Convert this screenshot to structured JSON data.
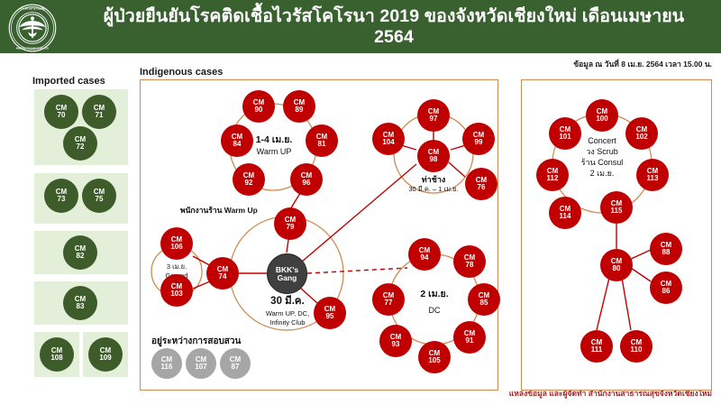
{
  "header": {
    "title": "ผู้ป่วยยืนยันโรคติดเชื้อไวรัสโคโรนา 2019 ของจังหวัดเชียงใหม่ เดือนเมษายน 2564",
    "logo_icon": "ministry-of-public-health-emblem-icon",
    "logo_text_outer": "กระทรวงสาธารณสุข",
    "logo_text_inner": "MINISTRY OF PUBLIC HEALTH",
    "brand_green": "#396130"
  },
  "datestamp": "ข้อมูล ณ วันที่ 8 เม.ย. 2564 เวลา 15.00 น.",
  "footer": "แหล่งข้อมูล และผู้จัดทำ สำนักงานสาธารณสุขจังหวัดเชียงใหม่",
  "colors": {
    "case_red": "#c00000",
    "imported_green": "#3d5c2a",
    "imported_box": "#e4efda",
    "under_investigation_gray": "#a6a6a6",
    "hub_dark": "#404040",
    "panel_border": "#d08a52",
    "link_orange": "#d08a52",
    "link_red": "#c00000"
  },
  "imported": {
    "label": "Imported cases",
    "groups": [
      {
        "cases": [
          "CM 70",
          "CM 71",
          "CM 72"
        ]
      },
      {
        "cases": [
          "CM 73",
          "CM 75"
        ]
      },
      {
        "cases": [
          "CM 82"
        ]
      },
      {
        "cases": [
          "CM 83"
        ]
      },
      {
        "cases": [
          "CM 108"
        ]
      },
      {
        "cases": [
          "CM 109"
        ]
      }
    ]
  },
  "indigenous": {
    "label": "Indigenous cases",
    "clusters": [
      {
        "name": "warm-up-cluster",
        "caption_lines": [
          "1-4 เม.ย.",
          "Warm UP"
        ],
        "cases": [
          "CM 90",
          "CM 89",
          "CM 81",
          "CM 96",
          "CM 92",
          "CM 84"
        ]
      },
      {
        "name": "tha-chang-cluster",
        "caption_lines": [
          "ท่าช้าง",
          "30 มี.ค. – 1 เม.ย."
        ],
        "cases": [
          "CM 97",
          "CM 104",
          "CM 98",
          "CM 99",
          "CM 76"
        ]
      },
      {
        "name": "dc-cluster",
        "caption_lines": [
          "2 เม.ย.",
          "DC"
        ],
        "cases": [
          "CM 94",
          "CM 78",
          "CM 85",
          "CM 91",
          "CM 105",
          "CM 93",
          "CM 77"
        ]
      },
      {
        "name": "ground-cluster",
        "caption_lines": [
          "3 เม.ย.",
          "Ground"
        ],
        "cases": [
          "CM 106",
          "CM 103"
        ]
      }
    ],
    "hub": {
      "name": "bkks-gang-hub",
      "label_line1": "BKK's",
      "label_line2": "Gang",
      "caption_lines": [
        "30 มี.ค.",
        "Warm UP, DC,",
        "Infinity Club"
      ]
    },
    "staff_label": "พนักงานร้าน Warm Up",
    "bridge_cases": [
      "CM 79",
      "CM 74",
      "CM 95"
    ],
    "under_investigation": {
      "label": "อยู่ระหว่างการสอบสวน",
      "cases": [
        "CM 116",
        "CM 107",
        "CM 87"
      ]
    }
  },
  "concert_panel": {
    "caption_lines": [
      "Concert",
      "วง Scrub",
      "ร้าน Consul",
      "2 เม.ย."
    ],
    "ring_cases": [
      "CM 100",
      "CM 101",
      "CM 102",
      "CM 112",
      "CM 113",
      "CM 114",
      "CM 115"
    ],
    "hub_case": "CM 80",
    "branch_cases": [
      "CM 88",
      "CM 86",
      "CM 111",
      "CM 110"
    ]
  },
  "nodes": {
    "cm70": {
      "id": "CM",
      "num": "70"
    },
    "cm71": {
      "id": "CM",
      "num": "71"
    },
    "cm72": {
      "id": "CM",
      "num": "72"
    },
    "cm73": {
      "id": "CM",
      "num": "73"
    },
    "cm75": {
      "id": "CM",
      "num": "75"
    },
    "cm82": {
      "id": "CM",
      "num": "82"
    },
    "cm83": {
      "id": "CM",
      "num": "83"
    },
    "cm108": {
      "id": "CM",
      "num": "108"
    },
    "cm109": {
      "id": "CM",
      "num": "109"
    },
    "cm90": {
      "id": "CM",
      "num": "90"
    },
    "cm89": {
      "id": "CM",
      "num": "89"
    },
    "cm84": {
      "id": "CM",
      "num": "84"
    },
    "cm81": {
      "id": "CM",
      "num": "81"
    },
    "cm92": {
      "id": "CM",
      "num": "92"
    },
    "cm96": {
      "id": "CM",
      "num": "96"
    },
    "cm79": {
      "id": "CM",
      "num": "79"
    },
    "cm106": {
      "id": "CM",
      "num": "106"
    },
    "cm103": {
      "id": "CM",
      "num": "103"
    },
    "cm74": {
      "id": "CM",
      "num": "74"
    },
    "cm95": {
      "id": "CM",
      "num": "95"
    },
    "cm116": {
      "id": "CM",
      "num": "116"
    },
    "cm107": {
      "id": "CM",
      "num": "107"
    },
    "cm87": {
      "id": "CM",
      "num": "87"
    },
    "cm97": {
      "id": "CM",
      "num": "97"
    },
    "cm104": {
      "id": "CM",
      "num": "104"
    },
    "cm98": {
      "id": "CM",
      "num": "98"
    },
    "cm99": {
      "id": "CM",
      "num": "99"
    },
    "cm76": {
      "id": "CM",
      "num": "76"
    },
    "cm94": {
      "id": "CM",
      "num": "94"
    },
    "cm78": {
      "id": "CM",
      "num": "78"
    },
    "cm85": {
      "id": "CM",
      "num": "85"
    },
    "cm91": {
      "id": "CM",
      "num": "91"
    },
    "cm105": {
      "id": "CM",
      "num": "105"
    },
    "cm93": {
      "id": "CM",
      "num": "93"
    },
    "cm77": {
      "id": "CM",
      "num": "77"
    },
    "cm100": {
      "id": "CM",
      "num": "100"
    },
    "cm101": {
      "id": "CM",
      "num": "101"
    },
    "cm102": {
      "id": "CM",
      "num": "102"
    },
    "cm112": {
      "id": "CM",
      "num": "112"
    },
    "cm113": {
      "id": "CM",
      "num": "113"
    },
    "cm114": {
      "id": "CM",
      "num": "114"
    },
    "cm115": {
      "id": "CM",
      "num": "115"
    },
    "cm80": {
      "id": "CM",
      "num": "80"
    },
    "cm88": {
      "id": "CM",
      "num": "88"
    },
    "cm86": {
      "id": "CM",
      "num": "86"
    },
    "cm111": {
      "id": "CM",
      "num": "111"
    },
    "cm110": {
      "id": "CM",
      "num": "110"
    }
  },
  "captions": {
    "warmup": {
      "l1": "1-4 เม.ย.",
      "l2": "Warm UP"
    },
    "thachang": {
      "l1": "ท่าช้าง",
      "l2": "30 มี.ค. – 1 เม.ย."
    },
    "dc": {
      "l1": "2 เม.ย.",
      "l2": "DC"
    },
    "ground": {
      "l1": "3 เม.ย.",
      "l2": "Ground"
    },
    "hub": {
      "l1": "30 มี.ค.",
      "l2": "Warm UP, DC,",
      "l3": "Infinity Club"
    },
    "concert": {
      "l1": "Concert",
      "l2": "วง Scrub",
      "l3": "ร้าน Consul",
      "l4": "2 เม.ย."
    },
    "staff": "พนักงานร้าน Warm Up",
    "investigating": "อยู่ระหว่างการสอบสวน"
  }
}
